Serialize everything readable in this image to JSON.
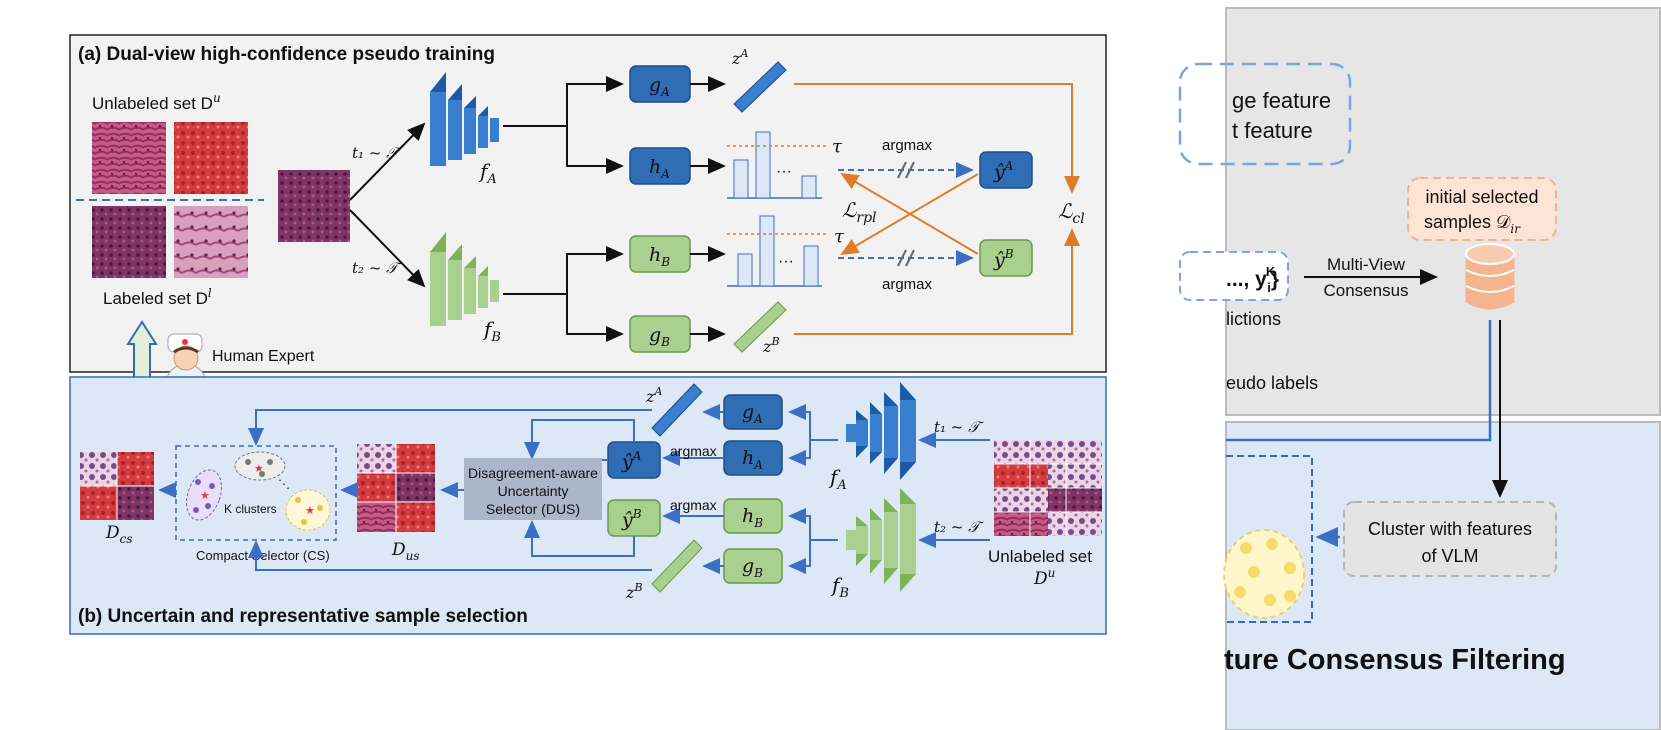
{
  "panel_a": {
    "title": "(a) Dual-view high-confidence pseudo training",
    "unlabeled_set": "Unlabeled set D",
    "unlabeled_set_sup": "u",
    "labeled_set": "Labeled set D",
    "labeled_set_sup": "l",
    "t1": "t₁ ~ 𝒯",
    "t2": "t₂ ~ 𝒯",
    "fA": "f",
    "fA_sub": "A",
    "fB": "f",
    "fB_sub": "B",
    "gA": "g",
    "gA_sub": "A",
    "hA": "h",
    "hA_sub": "A",
    "hB": "h",
    "hB_sub": "B",
    "gB": "g",
    "gB_sub": "B",
    "zA": "z",
    "zA_sup": "A",
    "zB": "z",
    "zB_sup": "B",
    "tau": "τ",
    "ellipsis": "···",
    "argmax": "argmax",
    "yA": "ŷ",
    "yA_sup": "A",
    "yB": "ŷ",
    "yB_sup": "B",
    "l_rpl": "ℒ",
    "l_rpl_sub": "rpl",
    "l_cl": "ℒ",
    "l_cl_sub": "cl"
  },
  "human_expert": "Human Expert",
  "panel_b": {
    "title": "(b) Uncertain and representative sample selection",
    "dus_box": [
      "Disagreement-aware",
      "Uncertainty",
      "Selector (DUS)"
    ],
    "k_clusters": "K clusters",
    "compact_selector": "Compact  Selector (CS)",
    "d_cs": "D",
    "d_cs_sub": "cs",
    "d_us": "D",
    "d_us_sub": "us",
    "unlabeled_set": "Unlabeled set",
    "d_u": "D",
    "d_u_sup": "u",
    "argmax": "argmax"
  },
  "right_panel": {
    "feature_line1": "ge feature",
    "feature_line2": "t feature",
    "initial_selected_line1": "initial selected",
    "initial_selected_line2": "samples 𝒟",
    "initial_selected_sub": "ir",
    "predictions_set": "..., y",
    "predictions_set_sup": "K",
    "predictions_set_sub": "i",
    "predictions_label": "lictions",
    "multi_view_line1": "Multi-View",
    "multi_view_line2": "Consensus",
    "pseudo_labels": "eudo labels",
    "cluster_line1": "Cluster with features",
    "cluster_line2": "of  VLM",
    "footer_title": "ture Consensus Filtering"
  },
  "colors": {
    "blue_block": "#2f6db5",
    "green_block": "#a9d08e",
    "orange_line": "#e07b2a",
    "panel_a_bg": "#f2f2f2",
    "panel_b_bg": "#dce8f5",
    "right_top_bg": "#e6e6e6",
    "right_bottom_bg": "#dce8f5"
  }
}
